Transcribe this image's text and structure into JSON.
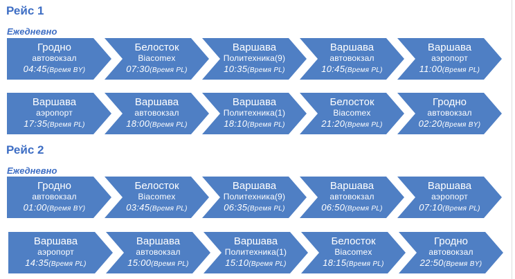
{
  "routes": [
    {
      "title": "Рейс 1",
      "frequency": "Ежедневно",
      "rows": [
        [
          {
            "city": "Гродно",
            "place": "автовокзал",
            "time": "04:45",
            "zone": "(Время BY)"
          },
          {
            "city": "Белосток",
            "place": "Biacomex",
            "time": "07:30",
            "zone": "(Время PL)"
          },
          {
            "city": "Варшава",
            "place": "Политехника(9)",
            "time": "10:35",
            "zone": "(Время PL)"
          },
          {
            "city": "Варшава",
            "place": "автовокзал",
            "time": "10:45",
            "zone": "(Время PL)"
          },
          {
            "city": "Варшава",
            "place": "аэропорт",
            "time": "11:00",
            "zone": "(Время PL)"
          }
        ],
        [
          {
            "city": "Варшава",
            "place": "аэропорт",
            "time": "17:35",
            "zone": "(Время PL)"
          },
          {
            "city": "Варшава",
            "place": "автовокзал",
            "time": "18:00",
            "zone": "(Время PL)"
          },
          {
            "city": "Варшава",
            "place": "Политехника(1)",
            "time": "18:10",
            "zone": "(Время PL)"
          },
          {
            "city": "Белосток",
            "place": "Biacomex",
            "time": "21:20",
            "zone": "(Время PL)"
          },
          {
            "city": "Гродно",
            "place": "автовокзал",
            "time": "02:20",
            "zone": "(Время BY)"
          }
        ]
      ]
    },
    {
      "title": "Рейс 2",
      "frequency": "Ежедневно",
      "rows": [
        [
          {
            "city": "Гродно",
            "place": "автовокзал",
            "time": "01:00",
            "zone": "(Время BY)"
          },
          {
            "city": "Белосток",
            "place": "Biacomex",
            "time": "03:45",
            "zone": "(Время PL)"
          },
          {
            "city": "Варшава",
            "place": "Политехника(9)",
            "time": "06:35",
            "zone": "(Время PL)"
          },
          {
            "city": "Варшава",
            "place": "автовокзал",
            "time": "06:50",
            "zone": "(Время PL)"
          },
          {
            "city": "Варшава",
            "place": "аэропорт",
            "time": "07:10",
            "zone": "(Время PL)"
          }
        ],
        [
          {
            "city": "Варшава",
            "place": "аэропорт",
            "time": "14:35",
            "zone": "(Время PL)"
          },
          {
            "city": "Варшава",
            "place": "автовокзал",
            "time": "15:00",
            "zone": "(Время PL)"
          },
          {
            "city": "Варшава",
            "place": "Политехника(1)",
            "time": "15:10",
            "zone": "(Время PL)"
          },
          {
            "city": "Белосток",
            "place": "Biacomex",
            "time": "18:15",
            "zone": "(Время PL)"
          },
          {
            "city": "Гродно",
            "place": "автовокзал",
            "time": "22:50",
            "zone": "(Время BY)"
          }
        ]
      ]
    }
  ]
}
